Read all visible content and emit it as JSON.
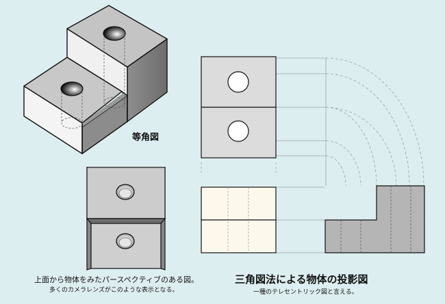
{
  "isometric": {
    "label": "等角図"
  },
  "perspective": {
    "caption_line1": "上面から物体をみたパースペクティブのある図。",
    "caption_line2": "多くのカメラレンズがこのような表示となる。"
  },
  "orthographic": {
    "title": "三角図法による物体の投影図",
    "subtitle": "一種のテレセントリック図と言える。"
  },
  "colors": {
    "background": "#ddeef0",
    "top_face": "#cccccc",
    "left_face": "#f2f2f2",
    "right_face": "#9a9a9a",
    "front_view": "#fdf8ec",
    "side_view": "#b5b5b5",
    "guide_line": "#9aa5a6"
  }
}
